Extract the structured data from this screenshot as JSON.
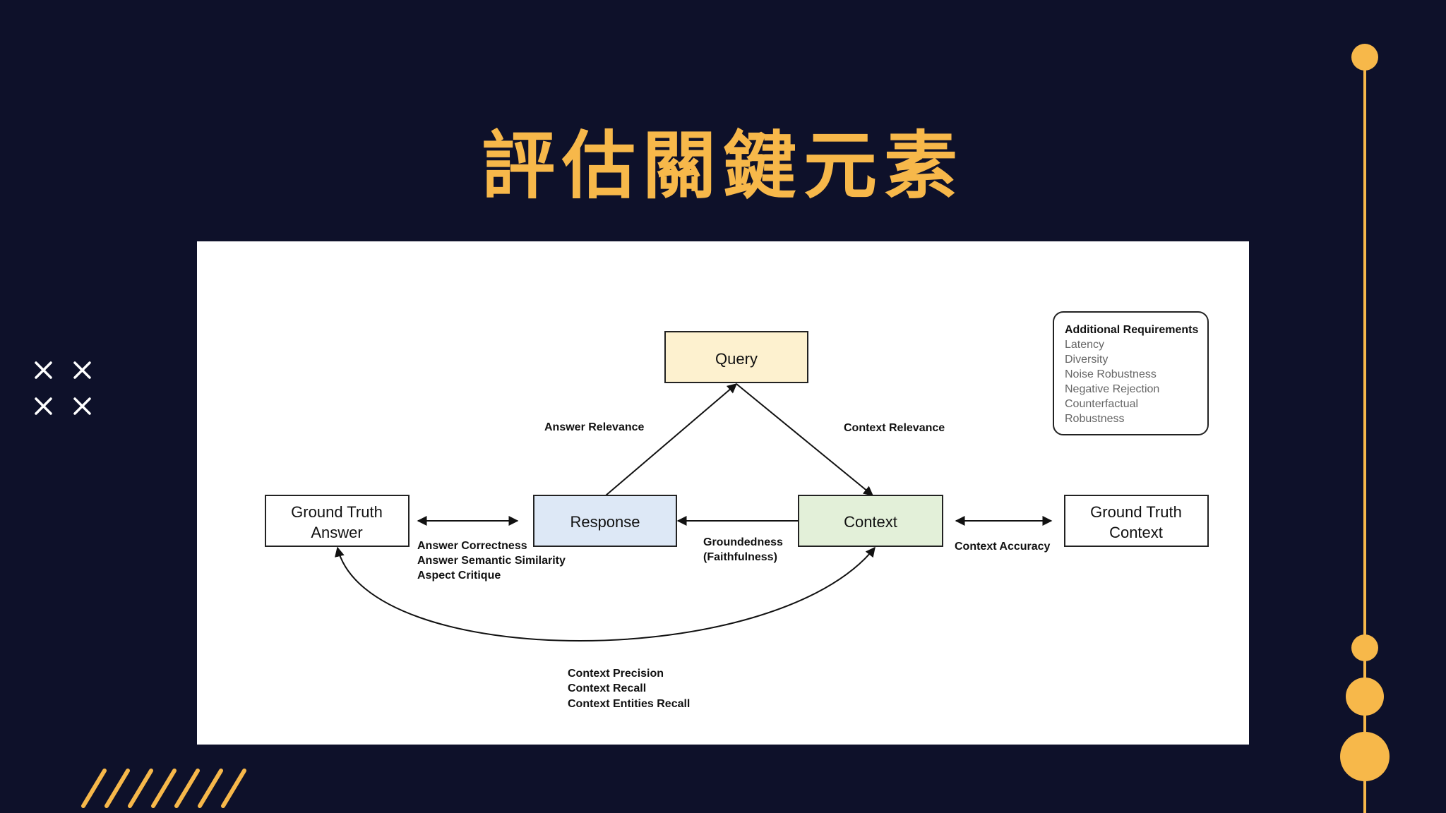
{
  "slide": {
    "title": "評估關鍵元素"
  },
  "colors": {
    "background": "#0e112a",
    "accent": "#f7b84a"
  },
  "decorations": {
    "cross_icons": [
      "close-icon",
      "close-icon",
      "close-icon",
      "close-icon"
    ],
    "stripes": "diagonal-stripes"
  },
  "diagram": {
    "nodes": {
      "query": "Query",
      "response": "Response",
      "context": "Context",
      "gt_answer_line1": "Ground Truth",
      "gt_answer_line2": "Answer",
      "gt_context_line1": "Ground Truth",
      "gt_context_line2": "Context"
    },
    "edges": {
      "answer_relevance": "Answer Relevance",
      "context_relevance": "Context Relevance",
      "answer_correctness": "Answer Correctness",
      "answer_semantic_similarity": "Answer Semantic Similarity",
      "aspect_critique": "Aspect Critique",
      "groundedness": "Groundedness",
      "faithfulness": "(Faithfulness)",
      "context_accuracy": "Context Accuracy",
      "context_precision": "Context Precision",
      "context_recall": "Context Recall",
      "context_entities_recall": "Context Entities Recall"
    },
    "requirements": {
      "title": "Additional Requirements",
      "items": [
        "Latency",
        "Diversity",
        "Noise Robustness",
        "Negative Rejection",
        "Counterfactual",
        "Robustness"
      ]
    },
    "node_colors": {
      "query": "#fdf1cf",
      "response": "#dde8f6",
      "context": "#e3f0d9"
    }
  }
}
